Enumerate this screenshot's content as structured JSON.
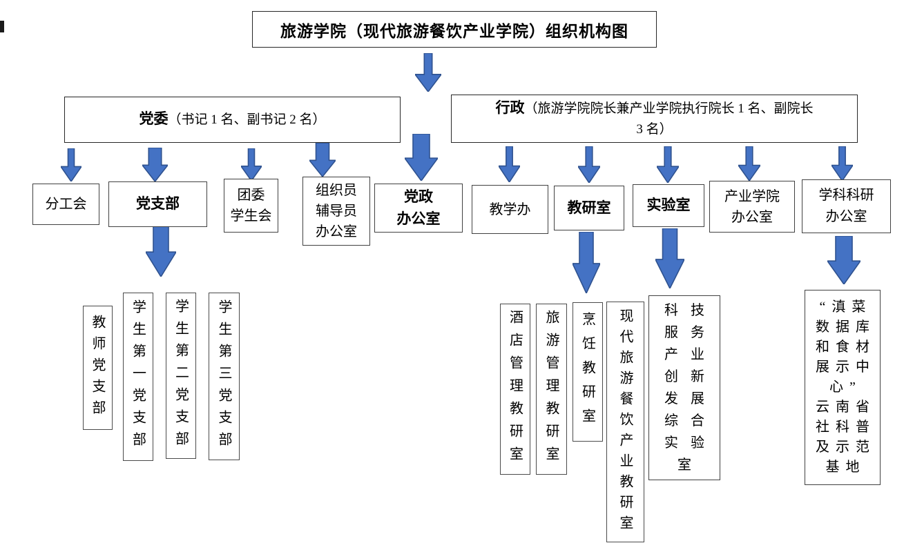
{
  "colors": {
    "arrow_fill": "#4472C4",
    "arrow_stroke": "#2F528F",
    "box_border": "#404040"
  },
  "title": "旅游学院（现代旅游餐饮产业学院）组织机构图",
  "branches": {
    "party": {
      "label": "党委",
      "detail": "（书记 1 名、副书记 2 名）"
    },
    "admin": {
      "label": "行政",
      "detail": "（旅游学院院长兼产业学院执行院长 1 名、副院长\n3 名）"
    }
  },
  "level3": {
    "union": "分工会",
    "party_branch": "党支部",
    "youth_league": "团委\n学生会",
    "organizer_office": "组织员\n辅导员\n办公室",
    "party_admin_office": "党政\n办公室",
    "teaching_office": "教学办",
    "teaching_research": "教研室",
    "laboratory": "实验室",
    "industry_college_office": "产业学院\n办公室",
    "discipline_research_office": "学科科研\n办公室"
  },
  "level4": {
    "party_branches": [
      "教师党支部",
      "学生第一党支部",
      "学生第二党支部",
      "学生第三党支部"
    ],
    "teaching_sections": [
      "酒店管理教研室",
      "旅游管理教研室",
      "烹饪教研室",
      "现代旅游餐饮产业教研室"
    ],
    "lab": "科技\n服务\n产业\n创新\n发展\n综合\n实验\n室",
    "base": "“滇菜\n数据库\n和食材\n展示中\n心”\n云南省\n社科普\n及示范\n基地"
  }
}
